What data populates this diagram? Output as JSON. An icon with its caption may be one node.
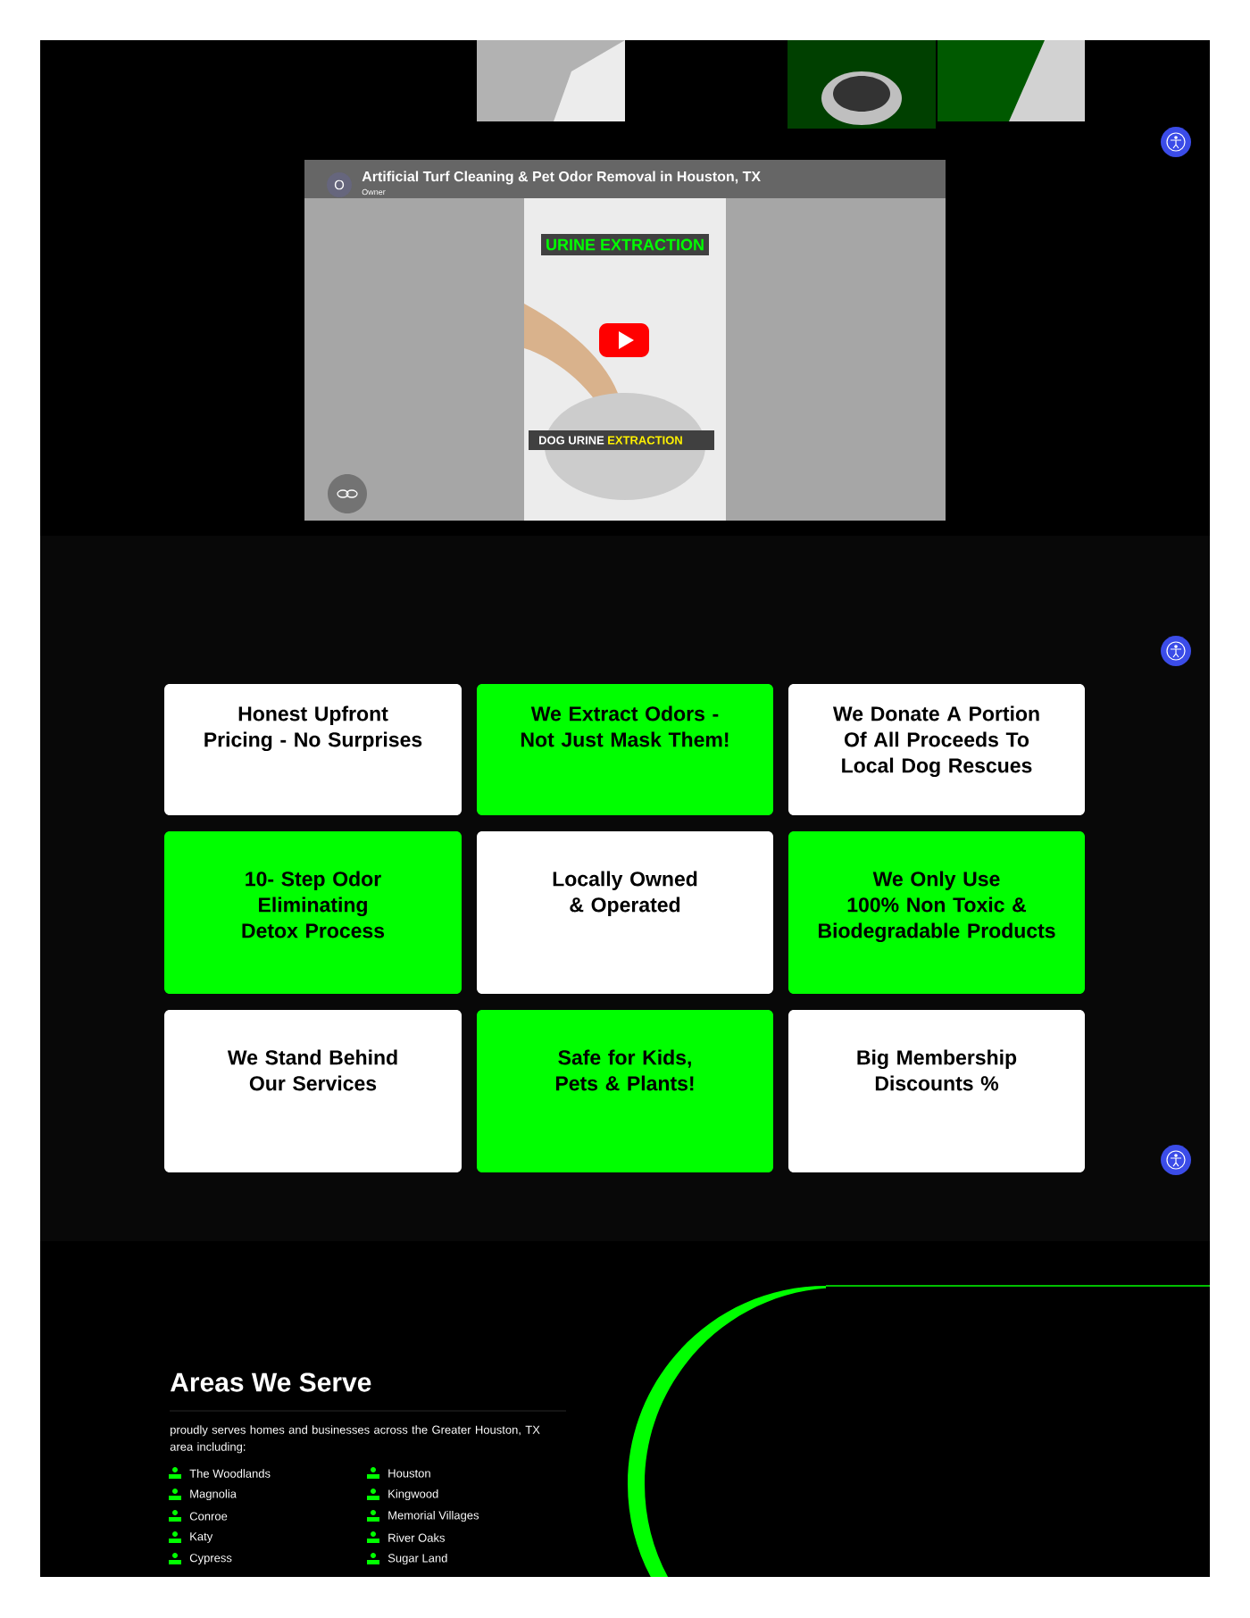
{
  "diagram": {
    "nodes": [
      {
        "text": [
          "Honest Upfront Pricing - No Surprises"
        ]
      },
      {
        "text": [
          "We Extract Odors - Not Just Mask Them!"
        ]
      },
      {
        "text": [
          "We Donate A Portion Of All Proceeds To Local Dog Rescues"
        ]
      },
      {
        "text": [
          "10- Step Odor Eliminating Detox Process"
        ]
      },
      {
        "text": [
          "Locally Owned & Operated"
        ]
      },
      {
        "text": [
          "We Only Use 100% Non Toxic & Biodegradable Products"
        ]
      },
      {
        "text": [
          "We Stand Behind Our Services"
        ]
      },
      {
        "text": [
          "Safe for Kids, Pets & Plants!"
        ]
      },
      {
        "text": [
          "Big Membership Discounts %"
        ]
      }
    ],
    "labels": [
      "O",
      "Artificial Turf Cleaning & Pet Odor Removal in Houston, TX",
      "Owner",
      "URINE EXTRACTION",
      "DOG URINE",
      "EXTRACTION",
      "Areas We Serve",
      "proudly serves homes and businesses across the Greater Houston, TX area including:",
      "The Woodlands",
      "Houston",
      "Magnolia",
      "Kingwood",
      "Conroe",
      "Memorial Villages",
      "Katy",
      "River Oaks",
      "Cypress",
      "Sugar Land"
    ]
  }
}
